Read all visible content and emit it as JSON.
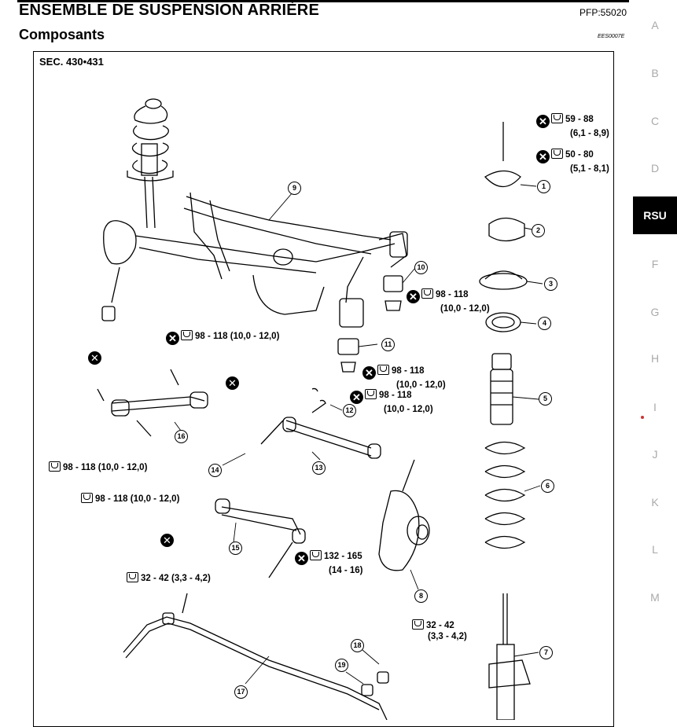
{
  "header": {
    "title": "ENSEMBLE DE SUSPENSION ARRIÈRE",
    "pfp": "PFP:55020",
    "section": "Composants",
    "ref": "EES0007E"
  },
  "diagram": {
    "sec": "SEC. 430•431",
    "callouts": [
      "1",
      "2",
      "3",
      "4",
      "5",
      "6",
      "7",
      "8",
      "9",
      "10",
      "11",
      "12",
      "13",
      "14",
      "15",
      "16",
      "17",
      "18",
      "19"
    ],
    "torques": [
      {
        "l1": "59 - 88",
        "l2": "(6,1 - 8,9)"
      },
      {
        "l1": "50 - 80",
        "l2": "(5,1 - 8,1)"
      },
      {
        "l1": "98 - 118",
        "l2": "(10,0 - 12,0)"
      },
      {
        "l1": "98 - 118 (10,0 - 12,0)"
      },
      {
        "l1": "98 - 118",
        "l2": "(10,0 - 12,0)"
      },
      {
        "l1": "98 - 118",
        "l2": "(10,0 - 12,0)"
      },
      {
        "l1": "98 - 118 (10,0 - 12,0)"
      },
      {
        "l1": "98 - 118 (10,0 - 12,0)"
      },
      {
        "l1": "132 - 165",
        "l2": "(14 - 16)"
      },
      {
        "l1": "32 - 42 (3,3 - 4,2)"
      },
      {
        "l1": "32 - 42",
        "l2": "(3,3 - 4,2)"
      }
    ]
  },
  "sidebar": {
    "tabs": [
      "A",
      "B",
      "C",
      "D",
      "RSU",
      "F",
      "G",
      "H",
      "I",
      "J",
      "K",
      "L",
      "M"
    ],
    "active": "RSU"
  }
}
